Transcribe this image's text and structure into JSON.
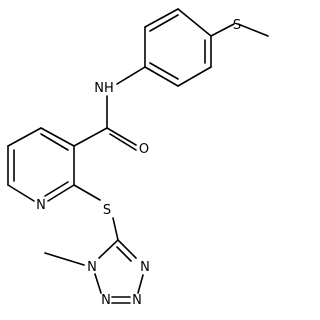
{
  "structure": {
    "atoms": {
      "nh": "NH",
      "carbonyl_o": "O",
      "pyridine_n": "N",
      "thioether_s": "S",
      "methylthio_s": "S",
      "tz_n1": "N",
      "tz_n2": "N",
      "tz_n3": "N",
      "tz_n4": "N"
    }
  }
}
